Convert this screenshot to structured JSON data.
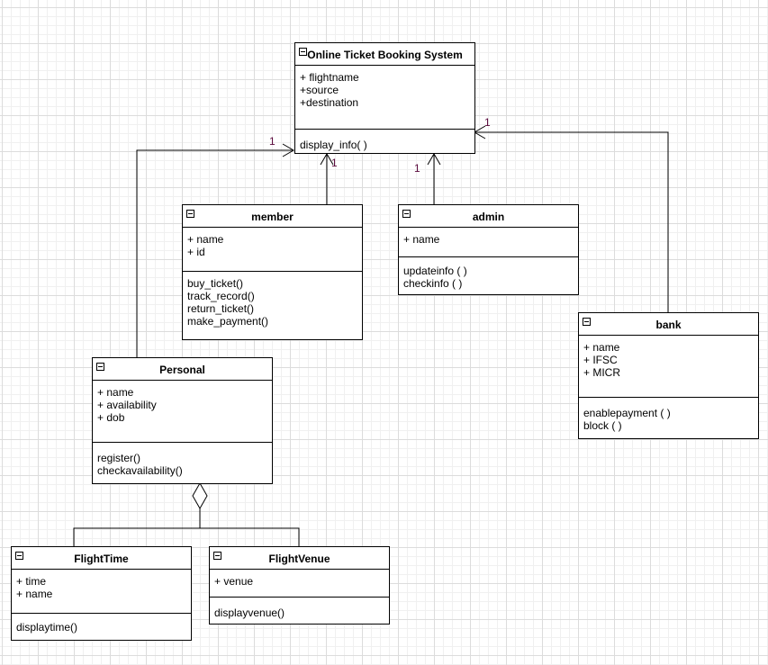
{
  "classes": {
    "main": {
      "name": "Online Ticket Booking System",
      "attributes": [
        "+ flightname",
        "+source",
        "+destination"
      ],
      "methods": [
        "display_info( )"
      ]
    },
    "member": {
      "name": "member",
      "attributes": [
        "+ name",
        "+ id"
      ],
      "methods": [
        "buy_ticket()",
        "track_record()",
        "return_ticket()",
        "make_payment()"
      ]
    },
    "admin": {
      "name": "admin",
      "attributes": [
        "+ name"
      ],
      "methods": [
        "updateinfo ( )",
        "checkinfo ( )"
      ]
    },
    "bank": {
      "name": "bank",
      "attributes": [
        "+ name",
        "+ IFSC",
        "+ MICR"
      ],
      "methods": [
        "enablepayment ( )",
        "block ( )"
      ]
    },
    "personal": {
      "name": "Personal",
      "attributes": [
        "+ name",
        "+ availability",
        "+ dob"
      ],
      "methods": [
        "register()",
        "checkavailability()"
      ]
    },
    "flighttime": {
      "name": "FlightTime",
      "attributes": [
        "+ time",
        "+ name"
      ],
      "methods": [
        "displaytime()"
      ]
    },
    "flightvenue": {
      "name": "FlightVenue",
      "attributes": [
        "+ venue"
      ],
      "methods": [
        "displayvenue()"
      ]
    }
  },
  "multiplicities": {
    "personal_to_main": "1",
    "member_to_main": "1",
    "admin_to_main": "1",
    "bank_to_main": "1"
  },
  "colors": {
    "line": "#000000",
    "multiplicity_text": "#5a0a3c"
  }
}
